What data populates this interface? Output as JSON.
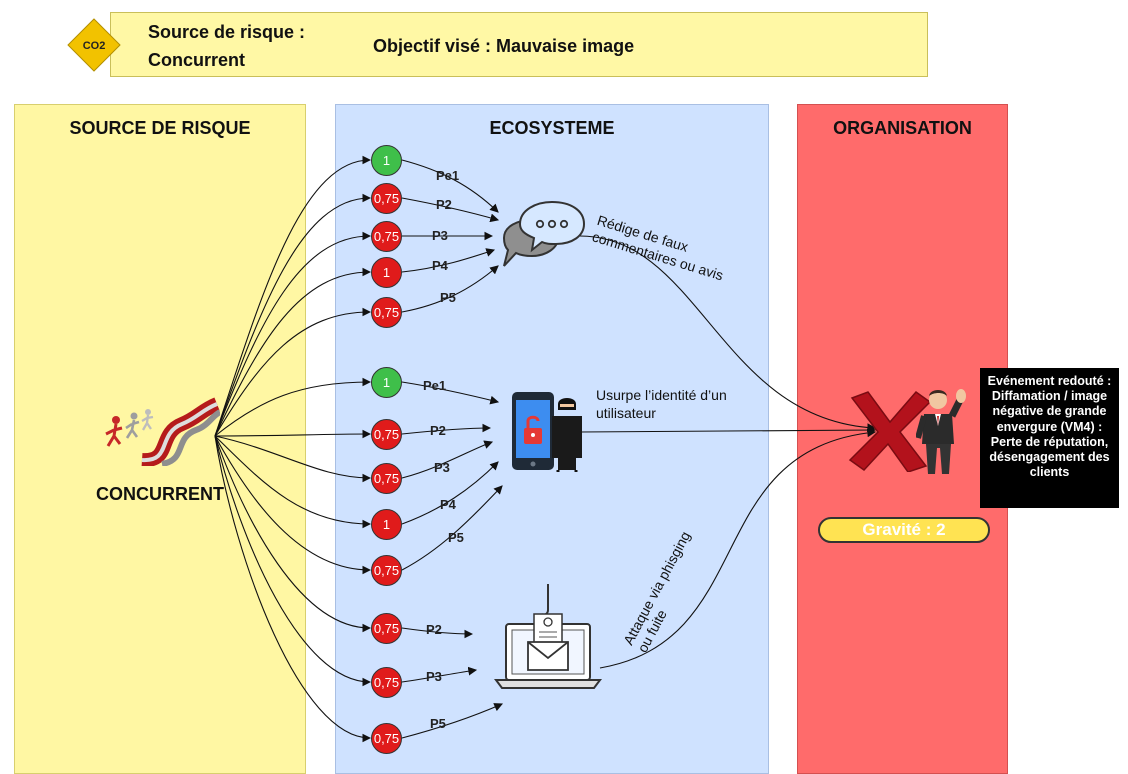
{
  "header": {
    "code": "CO2",
    "source_line1": "Source de risque :",
    "source_line2": "Concurrent",
    "objective": "Objectif visé : Mauvaise image"
  },
  "columns": {
    "source": "SOURCE DE RISQUE",
    "ecosystem": "ECOSYSTEME",
    "organisation": "ORGANISATION"
  },
  "source_label": "CONCURRENT",
  "nodes": [
    {
      "value": "1",
      "color": "green"
    },
    {
      "value": "0,75",
      "color": "red"
    },
    {
      "value": "0,75",
      "color": "red"
    },
    {
      "value": "1",
      "color": "red"
    },
    {
      "value": "0,75",
      "color": "red"
    },
    {
      "value": "1",
      "color": "green"
    },
    {
      "value": "0,75",
      "color": "red"
    },
    {
      "value": "0,75",
      "color": "red"
    },
    {
      "value": "1",
      "color": "red"
    },
    {
      "value": "0,75",
      "color": "red"
    },
    {
      "value": "0,75",
      "color": "red"
    },
    {
      "value": "0,75",
      "color": "red"
    },
    {
      "value": "0,75",
      "color": "red"
    }
  ],
  "path_labels": [
    "Pe1",
    "P2",
    "P3",
    "P4",
    "P5",
    "Pe1",
    "P2",
    "P3",
    "P4",
    "P5",
    "P2",
    "P3",
    "P5"
  ],
  "actions": {
    "fake_reviews": "Rédige de faux commentaires ou avis",
    "identity": "Usurpe l’identité d’un utilisateur",
    "phishing": "Attaque via phisging ou fuite"
  },
  "event": "Evénement redouté : Diffamation / image négative de grande envergure (VM4) : Perte de réputation, désengagement des clients",
  "gravity": "Gravité : 2",
  "colors": {
    "source_bg": "#fff7a3",
    "ecosystem_bg": "#cfe2ff",
    "organisation_bg": "#ff6b6b",
    "node_green": "#3fbf4a",
    "node_red": "#e01b1b",
    "gravity_bg": "#ffe352"
  },
  "icons": [
    "chat-bubbles-icon",
    "phone-hacker-icon",
    "laptop-phishing-icon",
    "runner-icon",
    "red-x-icon",
    "businessman-icon",
    "warning-diamond-icon"
  ]
}
